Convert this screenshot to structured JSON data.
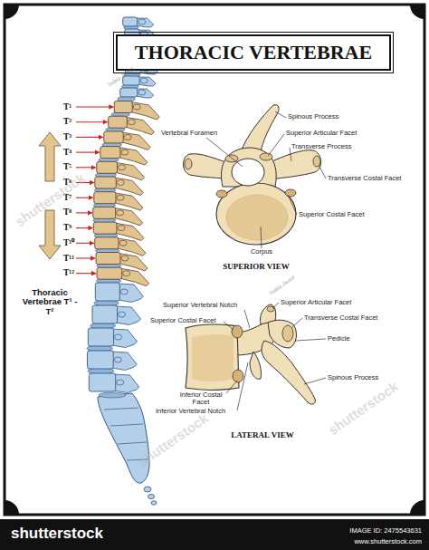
{
  "diagram": {
    "title": "THORACIC VERTEBRAE",
    "labels": [
      "T¹",
      "T²",
      "T³",
      "T⁴",
      "T⁵",
      "T⁶",
      "T⁷",
      "T⁸",
      "T⁹",
      "T¹⁰",
      "T¹¹",
      "T¹²",
      "Thoracic Vertebrae T¹ - T²",
      "Spinous Process",
      "Vertebral Foramen",
      "Superior Articular Facet",
      "Transverse Process",
      "Transverse Costal Facet",
      "Superior Costal Facet",
      "Corpus",
      "SUPERIOR VIEW",
      "Superior Vertebral Notch",
      "Superior Articular Facet",
      "Superior Costal Facet",
      "Transverse Costal Facet",
      "Pedicle",
      "Spinous Process",
      "Inferior Costal Facet",
      "Inferior Vertebral Notch",
      "LATERAL VIEW",
      "Sobia Javed",
      "Sobia Javed",
      "shutterstock",
      "shutterstock",
      "shutterstock",
      "shutterstock",
      "IMAGE ID: 2475543631",
      "www.shutterstock.com"
    ]
  }
}
